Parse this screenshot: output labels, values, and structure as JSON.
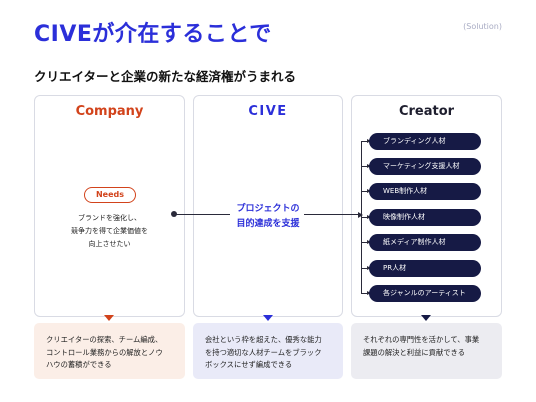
{
  "header": {
    "title": "CIVEが介在することで",
    "tag": "(Solution)",
    "subtitle": "クリエイターと企業の新たな経済権がうまれる"
  },
  "colors": {
    "accent_blue": "#2b2fd9",
    "company_orange": "#d2431b",
    "creator_navy": "#161a45"
  },
  "company": {
    "heading": "Company",
    "needs_label": "Needs",
    "needs_text": "ブランドを強化し、\n競争力を得て企業価値を\n向上させたい",
    "result": "クリエイターの探索、チーム編成、\nコントロール業務からの解放とノウ\nハウの蓄積ができる"
  },
  "cive": {
    "heading": "CIVE",
    "text": "プロジェクトの\n目的達成を支援",
    "result": "会社という枠を超えた、優秀な能力\nを持つ適切な人材チームをブラック\nボックスにせず編成できる"
  },
  "creator": {
    "heading": "Creator",
    "items": [
      "ブランディング人材",
      "マーケティング支援人材",
      "WEB制作人材",
      "映像制作人材",
      "紙メディア制作人材",
      "PR人材",
      "各ジャンルのアーティスト"
    ],
    "result": "それぞれの専門性を活かして、事業\n課題の解決と利益に貢献できる"
  }
}
